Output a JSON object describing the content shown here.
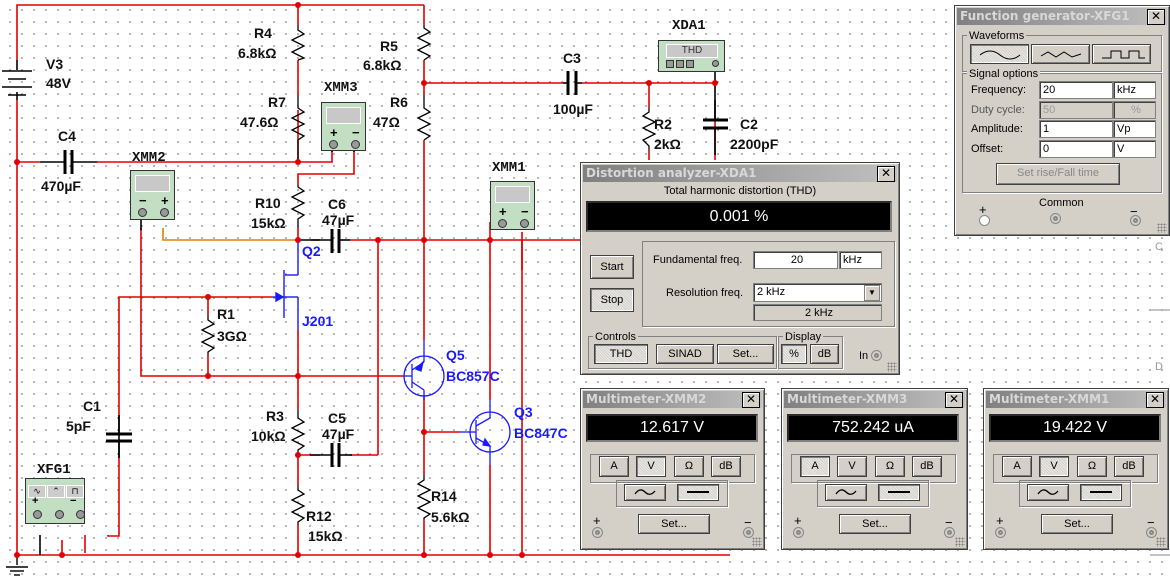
{
  "schematic": {
    "components": [
      {
        "ref": "V3",
        "value": "48V"
      },
      {
        "ref": "R4",
        "value": "6.8kΩ"
      },
      {
        "ref": "R5",
        "value": "6.8kΩ"
      },
      {
        "ref": "R7",
        "value": "47.6Ω"
      },
      {
        "ref": "R6",
        "value": "47Ω"
      },
      {
        "ref": "C4",
        "value": "470µF"
      },
      {
        "ref": "C3",
        "value": "100µF"
      },
      {
        "ref": "R2",
        "value": "2kΩ"
      },
      {
        "ref": "C2",
        "value": "2200pF"
      },
      {
        "ref": "R10",
        "value": "15kΩ"
      },
      {
        "ref": "C6",
        "value": "47µF"
      },
      {
        "ref": "Q2",
        "value": "J201"
      },
      {
        "ref": "R1",
        "value": "3GΩ"
      },
      {
        "ref": "Q5",
        "value": "BC857C"
      },
      {
        "ref": "Q3",
        "value": "BC847C"
      },
      {
        "ref": "C1",
        "value": "5pF"
      },
      {
        "ref": "R3",
        "value": "10kΩ"
      },
      {
        "ref": "C5",
        "value": "47µF"
      },
      {
        "ref": "R12",
        "value": "15kΩ"
      },
      {
        "ref": "R14",
        "value": "5.6kΩ"
      }
    ],
    "instruments": {
      "xmm1": "XMM1",
      "xmm2": "XMM2",
      "xmm3": "XMM3",
      "xda1": "XDA1",
      "xda1_screen": "THD",
      "xfg1": "XFG1"
    },
    "pin_plus": "+",
    "pin_minus": "−",
    "sheet_border_labels": [
      "C",
      "D"
    ]
  },
  "function_generator": {
    "title": "Function generator-XFG1",
    "waveforms_label": "Waveforms",
    "waveforms": [
      "sine",
      "triangle",
      "square"
    ],
    "selected_waveform": "sine",
    "signal_options_label": "Signal options",
    "rows": [
      {
        "label": "Frequency:",
        "value": "20",
        "unit": "kHz",
        "enabled": true
      },
      {
        "label": "Duty cycle:",
        "value": "50",
        "unit": "%",
        "enabled": false
      },
      {
        "label": "Amplitude:",
        "value": "1",
        "unit": "Vp",
        "enabled": true
      },
      {
        "label": "Offset:",
        "value": "0",
        "unit": "V",
        "enabled": true
      }
    ],
    "rise_fall_button": "Set rise/Fall time",
    "terminal_plus": "+",
    "terminal_common": "Common",
    "terminal_minus": "−"
  },
  "distortion_analyzer": {
    "title": "Distortion analyzer-XDA1",
    "heading": "Total harmonic distortion (THD)",
    "reading": "0.001 %",
    "start_button": "Start",
    "stop_button": "Stop",
    "fundamental_label": "Fundamental freq.",
    "fundamental_value": "20",
    "fundamental_unit": "kHz",
    "resolution_label": "Resolution freq.",
    "resolution_selected": "2 kHz",
    "resolution_readout": "2 kHz",
    "controls_label": "Controls",
    "controls_buttons": [
      "THD",
      "SINAD",
      "Set..."
    ],
    "display_label": "Display",
    "display_buttons": [
      "%",
      "dB"
    ],
    "input_label": "In"
  },
  "multimeters": [
    {
      "title": "Multimeter-XMM2",
      "reading": "12.617 V",
      "mode": "V",
      "signal": "DC"
    },
    {
      "title": "Multimeter-XMM3",
      "reading": "752.242 uA",
      "mode": "A",
      "signal": "DC"
    },
    {
      "title": "Multimeter-XMM1",
      "reading": "19.422 V",
      "mode": "V",
      "signal": "DC"
    }
  ],
  "multimeter_labels": {
    "modes": [
      "A",
      "V",
      "Ω",
      "dB"
    ],
    "set_button": "Set...",
    "plus": "+",
    "minus": "−"
  }
}
